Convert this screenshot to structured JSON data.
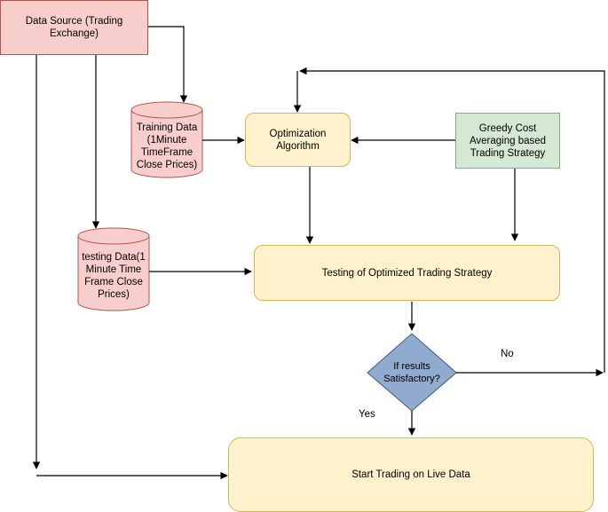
{
  "nodes": {
    "data_source": "Data Source (Trading\nExchange)",
    "training_data": "Training Data\n(1Minute\nTimeFrame\nClose Prices)",
    "testing_data": "testing Data(1\nMinute Time\nFrame Close\nPrices)",
    "optimization": "Optimization\nAlgorithm",
    "strategy": "Greedy Cost\nAveraging based\nTrading Strategy",
    "testing_strategy": "Testing of Optimized Trading Strategy",
    "decision": "If results\nSatisfactory?",
    "live_trading": "Start Trading on Live Data"
  },
  "edges": {
    "no_label": "No",
    "yes_label": "Yes"
  },
  "colors": {
    "source_fill": "#f8cecc",
    "process_fill": "#fff2cc",
    "strategy_fill": "#d5e8d4",
    "decision_fill": "#6c8ebf"
  }
}
